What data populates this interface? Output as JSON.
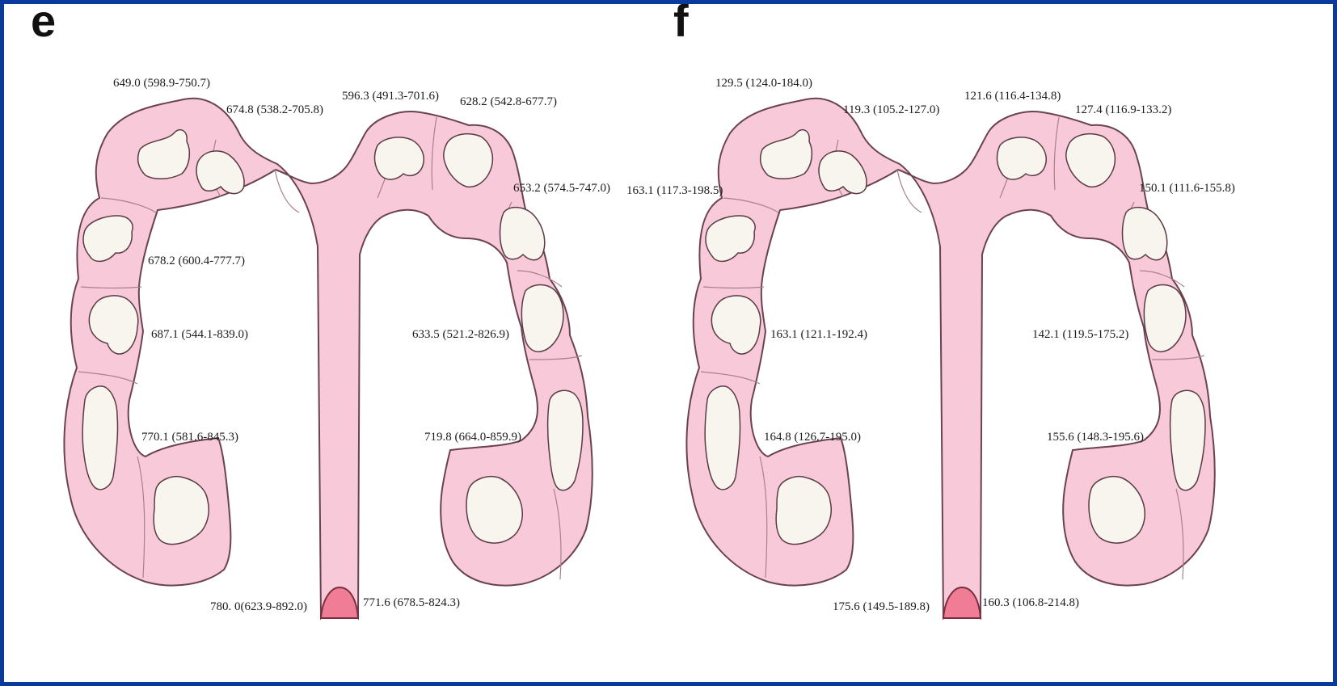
{
  "panels": [
    {
      "letter": "e",
      "labels": {
        "l1": "649.0 (598.9-750.7)",
        "l2": "674.8 (538.2-705.8)",
        "l3": "596.3 (491.3-701.6)",
        "l4": "628.2 (542.8-677.7)",
        "l5": "653.2 (574.5-747.0)",
        "l6": "678.2 (600.4-777.7)",
        "l7": "687.1 (544.1-839.0)",
        "l8": "633.5 (521.2-826.9)",
        "l9": "770.1 (581.6-845.3)",
        "l10": "719.8 (664.0-859.9)",
        "l11": "780. 0(623.9-892.0)",
        "l12": "771.6 (678.5-824.3)"
      }
    },
    {
      "letter": "f",
      "labels": {
        "l1": "129.5 (124.0-184.0)",
        "l2": "119.3 (105.2-127.0)",
        "l3": "121.6 (116.4-134.8)",
        "l4": "127.4 (116.9-133.2)",
        "l5": "150.1 (111.6-155.8)",
        "l6": "163.1 (117.3-198.5)",
        "l7": "163.1 (121.1-192.4)",
        "l8": "142.1 (119.5-175.2)",
        "l9": "164.8 (126.7-195.0)",
        "l10": "155.6 (148.3-195.6)",
        "l11": "175.6 (149.5-189.8)",
        "l12": "160.3 (106.8-214.8)"
      }
    }
  ]
}
